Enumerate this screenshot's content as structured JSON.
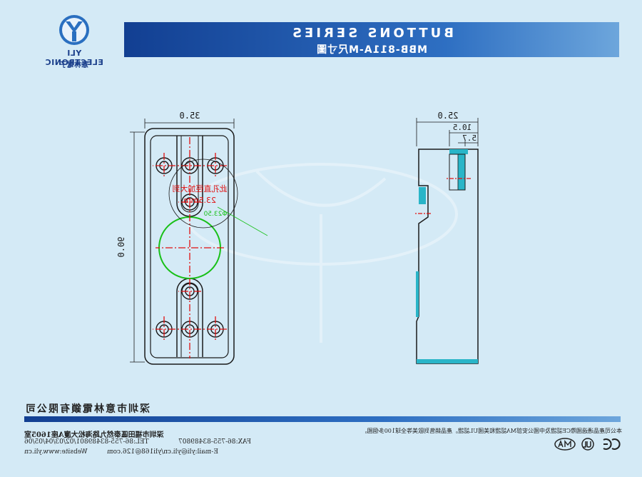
{
  "header": {
    "series": "BUTTONS SERIES",
    "model_line": "MBB-811A-M尺寸圖"
  },
  "logo": {
    "name_en": "YLI ELECTRONIC",
    "name_cn": "意林電子"
  },
  "dimensions": {
    "width": "35.0",
    "height": "90.0",
    "depth": "25.0",
    "step": "10.5",
    "hole_offset": "5.7",
    "diameter_label": "Φ23.50"
  },
  "annotation": {
    "line1": "此孔直徑加大到",
    "line2": "23.5mm"
  },
  "footer": {
    "company": "深圳市意林電鎖有限公司",
    "address": "深圳市福田區泰然九路海松大廈A座1605室",
    "tel": "TEL:86-755-83489801/02/03/04/05/06",
    "fax": "FAX:86-755-83489807",
    "web": "Website:www.yli.cn",
    "email": "E-mail:yli@yli.cn/yli168@126.com",
    "disclaimer": "本公司產品通過國際CE認證及中國公安部MA認證和美國UL認證。產品銷售到歐美等全球100多個國。"
  },
  "colors": {
    "outline": "#1a1a1a",
    "centerline": "#e01010",
    "highlight": "#18c018",
    "section": "#29b5c8",
    "brand": "#1b3f8b"
  }
}
